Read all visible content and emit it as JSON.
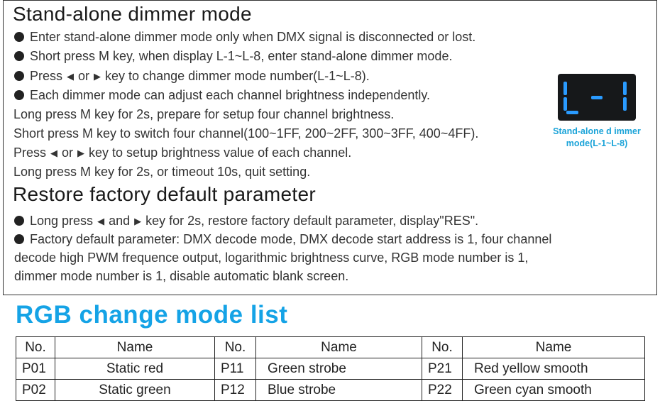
{
  "section1": {
    "title": "Stand-alone dimmer mode",
    "bullet1": "Enter stand-alone dimmer mode only when DMX signal is disconnected or lost.",
    "bullet2": "Short press M key, when display L-1~L-8, enter stand-alone dimmer mode.",
    "bullet3_a": "Press",
    "bullet3_or": "or",
    "bullet3_b": "key to change dimmer mode number(L-1~L-8).",
    "bullet4": "Each dimmer mode can adjust each channel brightness independently.",
    "line5": "Long press M key for 2s, prepare for setup four channel brightness.",
    "line6": "Short press M key to switch four channel(100~1FF, 200~2FF, 300~3FF, 400~4FF).",
    "line7_a": "Press",
    "line7_or": "or",
    "line7_b": "key to setup brightness value of each channel.",
    "line8": "Long press M key for 2s, or timeout 10s, quit setting."
  },
  "display": {
    "caption_line1": "Stand-alone d immer",
    "caption_line2": "mode(L-1~L-8)",
    "segment_color": "#2a9bff"
  },
  "section2": {
    "title": "Restore factory default parameter",
    "bullet1_a": "Long press",
    "bullet1_and": "and",
    "bullet1_b": "key for 2s, restore factory default parameter, display\"RES\".",
    "bullet2_line1": "Factory default parameter: DMX decode mode, DMX decode start address is 1, four channel",
    "bullet2_line2": "decode high PWM frequence output, logarithmic brightness curve, RGB mode number is 1,",
    "bullet2_line3": "dimmer mode number is 1, disable automatic blank screen."
  },
  "rgb": {
    "title": "RGB change mode list",
    "title_color": "#15a3e6",
    "headers": [
      "No.",
      "Name",
      "No.",
      "Name",
      "No.",
      "Name"
    ],
    "rows": [
      [
        "P01",
        "Static red",
        "P11",
        "Green strobe",
        "P21",
        "Red yellow smooth"
      ],
      [
        "P02",
        "Static green",
        "P12",
        "Blue strobe",
        "P22",
        "Green cyan smooth"
      ]
    ]
  }
}
